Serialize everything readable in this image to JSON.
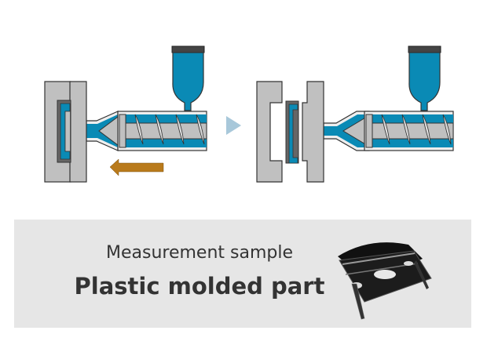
{
  "diagram": {
    "steps": [
      "injection",
      "mold-open-ejection"
    ],
    "colors": {
      "resin": "#0a8ab5",
      "mold": "#c0c0c0",
      "outline": "#333333",
      "arrow": "#b97a1b",
      "step_arrow": "#a8c8da",
      "panel": "#e6e6e6"
    }
  },
  "sample": {
    "label": "Measurement sample",
    "name": "Plastic molded part"
  }
}
